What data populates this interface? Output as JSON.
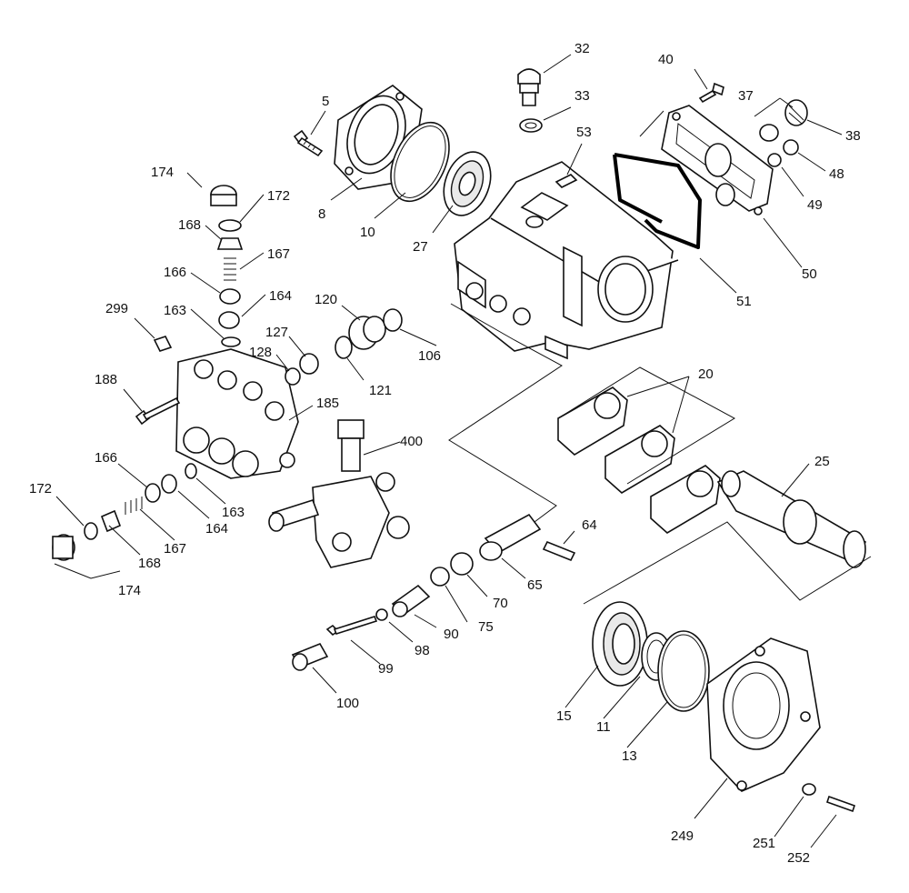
{
  "callouts": {
    "c5": "5",
    "c8": "8",
    "c10": "10",
    "c27": "27",
    "c32": "32",
    "c33": "33",
    "c53": "53",
    "c40": "40",
    "c37": "37",
    "c38": "38",
    "c48": "48",
    "c49": "49",
    "c50": "50",
    "c51": "51",
    "c174a": "174",
    "c172a": "172",
    "c168a": "168",
    "c167a": "167",
    "c166a": "166",
    "c164a": "164",
    "c163a": "163",
    "c299": "299",
    "c120": "120",
    "c127": "127",
    "c128": "128",
    "c106": "106",
    "c121": "121",
    "c188": "188",
    "c185": "185",
    "c400": "400",
    "c20": "20",
    "c25": "25",
    "c166b": "166",
    "c172b": "172",
    "c163b": "163",
    "c164b": "164",
    "c167b": "167",
    "c168b": "168",
    "c174b": "174",
    "c64": "64",
    "c65": "65",
    "c70": "70",
    "c75": "75",
    "c90": "90",
    "c98": "98",
    "c99": "99",
    "c100": "100",
    "c15": "15",
    "c11": "11",
    "c13": "13",
    "c249": "249",
    "c251": "251",
    "c252": "252"
  }
}
